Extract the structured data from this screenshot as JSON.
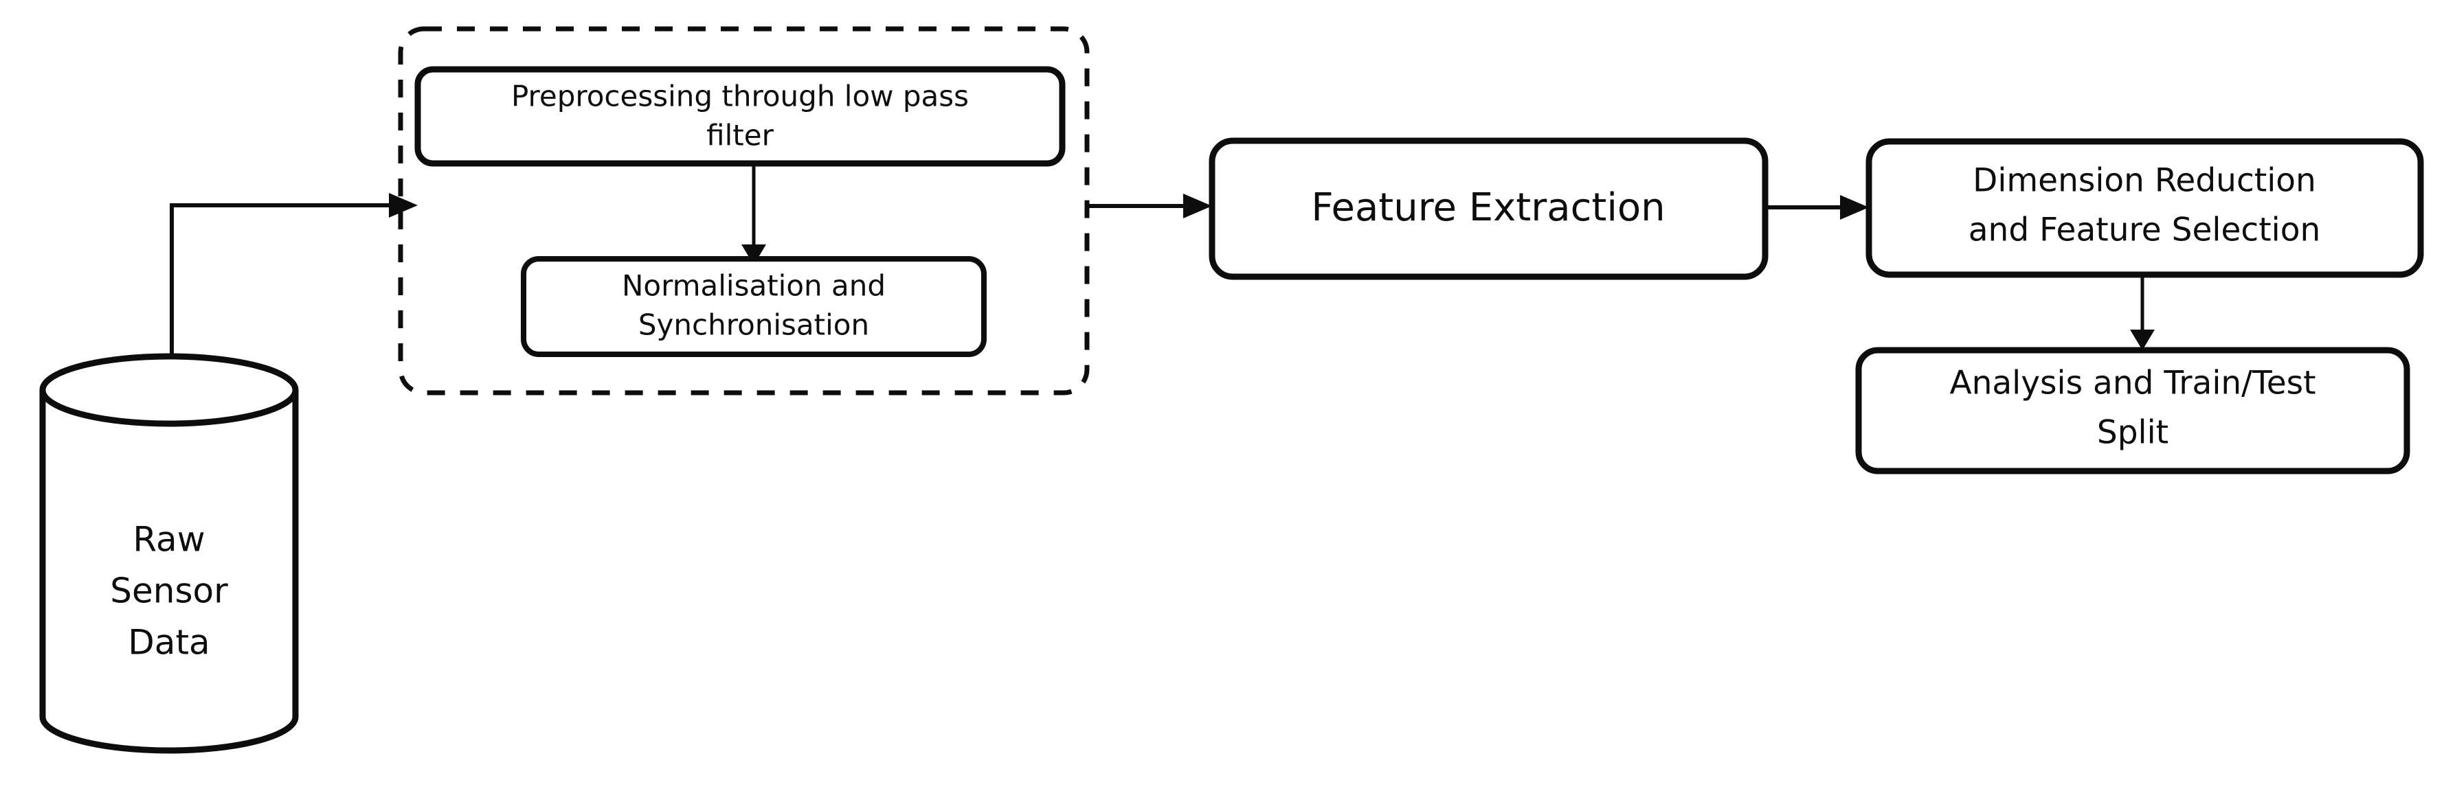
{
  "diagram": {
    "title": "Sensor data processing pipeline flowchart",
    "background_color": "#ffffff",
    "stroke_color": "#0d0d0d",
    "nodes": {
      "raw_sensor_data": {
        "shape": "cylinder",
        "lines": [
          "Raw",
          "Sensor",
          "Data"
        ],
        "line1": "Raw",
        "line2": "Sensor",
        "line3": "Data"
      },
      "preprocessing": {
        "shape": "rounded-rect",
        "line1": "Preprocessing through low pass",
        "line2": "filter"
      },
      "normalisation": {
        "shape": "rounded-rect",
        "line1": "Normalisation and",
        "line2": "Synchronisation"
      },
      "feature_extraction": {
        "shape": "rounded-rect",
        "line1": "Feature Extraction"
      },
      "dimension_reduction": {
        "shape": "rounded-rect",
        "line1": "Dimension Reduction",
        "line2": "and Feature Selection"
      },
      "analysis_split": {
        "shape": "rounded-rect",
        "line1": "Analysis and Train/Test",
        "line2": "Split"
      }
    },
    "groups": {
      "preprocessing_group": {
        "style": "dashed",
        "label": ""
      }
    },
    "edges": [
      {
        "id": "edge-raw-to-preprocessing-group",
        "from": "raw_sensor_data",
        "to": "preprocessing_group",
        "label": "",
        "arrow": "end"
      },
      {
        "id": "edge-preprocessing-to-normalisation",
        "from": "preprocessing",
        "to": "normalisation",
        "label": "",
        "arrow": "end"
      },
      {
        "id": "edge-group-to-feature-extraction",
        "from": "preprocessing_group",
        "to": "feature_extraction",
        "label": "",
        "arrow": "end"
      },
      {
        "id": "edge-feature-extraction-to-dimension-reduction",
        "from": "feature_extraction",
        "to": "dimension_reduction",
        "label": "",
        "arrow": "end"
      },
      {
        "id": "edge-dimension-reduction-to-analysis",
        "from": "dimension_reduction",
        "to": "analysis_split",
        "label": "",
        "arrow": "end"
      }
    ]
  }
}
